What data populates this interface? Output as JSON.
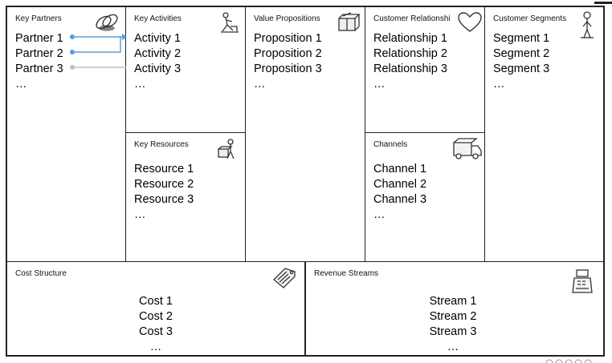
{
  "blocks": {
    "key_partners": {
      "title": "Key Partners",
      "items": [
        "Partner 1",
        "Partner 2",
        "Partner 3",
        "…"
      ]
    },
    "key_activities": {
      "title": "Key Activities",
      "items": [
        "Activity 1",
        "Activity 2",
        "Activity 3",
        "…"
      ]
    },
    "key_resources": {
      "title": "Key Resources",
      "items": [
        "Resource 1",
        "Resource 2",
        "Resource 3",
        "…"
      ]
    },
    "value_propositions": {
      "title": "Value Propositions",
      "items": [
        "Proposition 1",
        "Proposition 2",
        "Proposition 3",
        "…"
      ]
    },
    "customer_relationships": {
      "title": "Customer Relationshi",
      "items": [
        "Relationship 1",
        "Relationship 2",
        "Relationship 3",
        "…"
      ]
    },
    "channels": {
      "title": "Channels",
      "items": [
        "Channel 1",
        "Channel 2",
        "Channel 3",
        "…"
      ]
    },
    "customer_segments": {
      "title": "Customer Segments",
      "items": [
        "Segment 1",
        "Segment 2",
        "Segment 3",
        "…"
      ]
    },
    "cost_structure": {
      "title": "Cost Structure",
      "items": [
        "Cost 1",
        "Cost 2",
        "Cost 3",
        "…"
      ]
    },
    "revenue_streams": {
      "title": "Revenue Streams",
      "items": [
        "Stream 1",
        "Stream 2",
        "Stream 3",
        "…"
      ]
    }
  },
  "icons": {
    "key_partners": "chain-link-icon",
    "key_activities": "worker-icon",
    "key_resources": "person-with-box-icon",
    "value_propositions": "gift-box-icon",
    "customer_relationships": "heart-icon",
    "channels": "delivery-truck-icon",
    "customer_segments": "person-standing-icon",
    "cost_structure": "price-tag-icon",
    "revenue_streams": "cash-register-icon"
  },
  "colors": {
    "border": "#222222",
    "connector_blue": "#5b9bd5",
    "connector_gray": "#c0c0c0"
  }
}
